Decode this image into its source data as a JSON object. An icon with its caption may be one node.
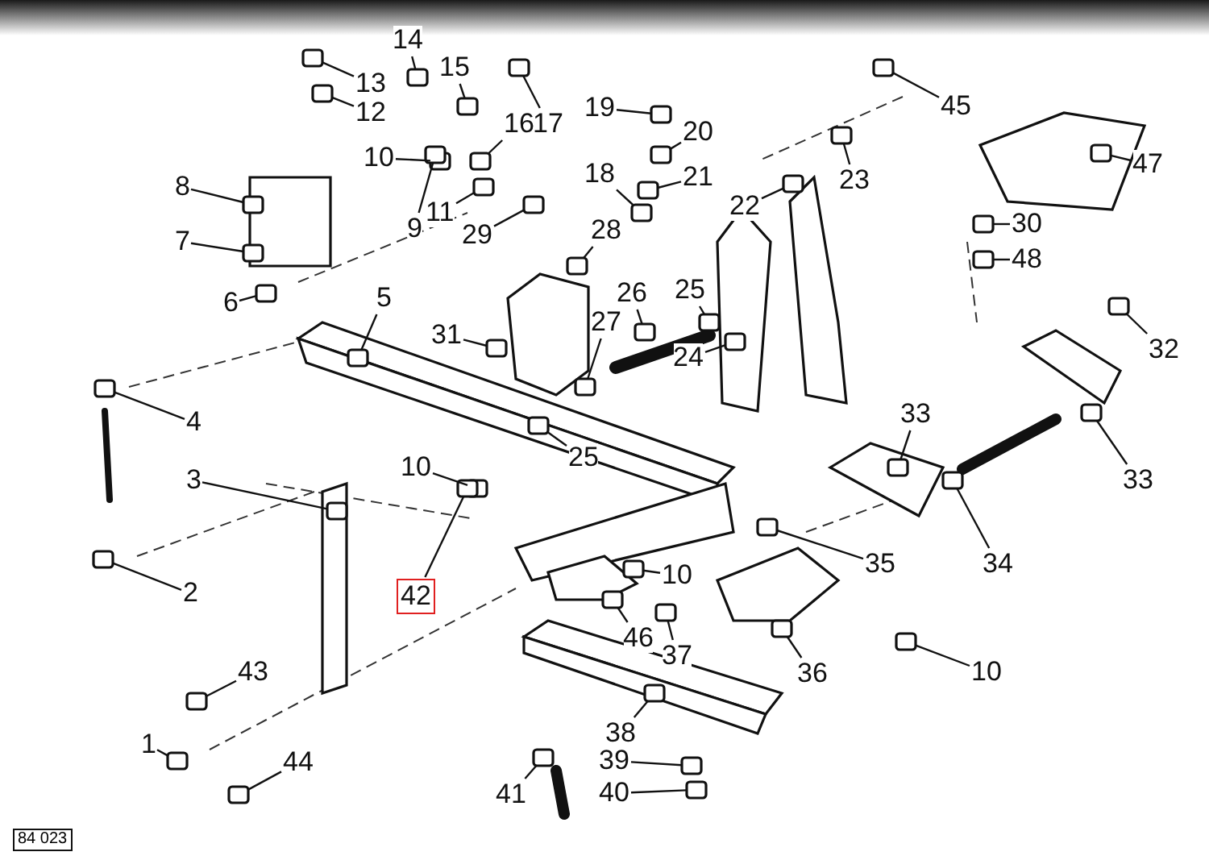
{
  "diagram": {
    "nodes": [
      {
        "text": [
          "13"
        ]
      },
      {
        "text": [
          "14"
        ]
      },
      {
        "text": [
          "15"
        ]
      },
      {
        "text": [
          "12"
        ]
      },
      {
        "text": [
          "16"
        ]
      },
      {
        "text": [
          "17"
        ]
      },
      {
        "text": [
          "19"
        ]
      },
      {
        "text": [
          "45"
        ]
      },
      {
        "text": [
          "20"
        ]
      },
      {
        "text": [
          "47"
        ]
      },
      {
        "text": [
          "10"
        ]
      },
      {
        "text": [
          "8"
        ]
      },
      {
        "text": [
          "18"
        ]
      },
      {
        "text": [
          "21"
        ]
      },
      {
        "text": [
          "23"
        ]
      },
      {
        "text": [
          "22"
        ]
      },
      {
        "text": [
          "11"
        ]
      },
      {
        "text": [
          "9"
        ]
      },
      {
        "text": [
          "29"
        ]
      },
      {
        "text": [
          "30"
        ]
      },
      {
        "text": [
          "7"
        ]
      },
      {
        "text": [
          "28"
        ]
      },
      {
        "text": [
          "48"
        ]
      },
      {
        "text": [
          "26"
        ]
      },
      {
        "text": [
          "25"
        ]
      },
      {
        "text": [
          "6"
        ]
      },
      {
        "text": [
          "5"
        ]
      },
      {
        "text": [
          "27"
        ]
      },
      {
        "text": [
          "31"
        ]
      },
      {
        "text": [
          "32"
        ]
      },
      {
        "text": [
          "24"
        ]
      },
      {
        "text": [
          "33"
        ]
      },
      {
        "text": [
          "4"
        ]
      },
      {
        "text": [
          "25"
        ]
      },
      {
        "text": [
          "10"
        ]
      },
      {
        "text": [
          "3"
        ]
      },
      {
        "text": [
          "33"
        ]
      },
      {
        "text": [
          "35"
        ]
      },
      {
        "text": [
          "34"
        ]
      },
      {
        "text": [
          "10"
        ]
      },
      {
        "text": [
          "42"
        ]
      },
      {
        "text": [
          "2"
        ]
      },
      {
        "text": [
          "46"
        ]
      },
      {
        "text": [
          "37"
        ]
      },
      {
        "text": [
          "36"
        ]
      },
      {
        "text": [
          "10"
        ]
      },
      {
        "text": [
          "43"
        ]
      },
      {
        "text": [
          "38"
        ]
      },
      {
        "text": [
          "1"
        ]
      },
      {
        "text": [
          "39"
        ]
      },
      {
        "text": [
          "44"
        ]
      },
      {
        "text": [
          "41"
        ]
      },
      {
        "text": [
          "40"
        ]
      },
      {
        "text": [],
        "shape": "box"
      },
      {
        "text": [],
        "shape": "box"
      },
      {
        "text": [],
        "shape": "box"
      },
      {
        "text": [],
        "shape": "box"
      },
      {
        "text": [],
        "shape": "box"
      },
      {
        "text": [],
        "shape": "box"
      },
      {
        "text": [],
        "shape": "box"
      },
      {
        "text": [],
        "shape": "box"
      },
      {
        "text": [],
        "shape": "box"
      },
      {
        "text": [],
        "shape": "box"
      },
      {
        "text": [],
        "shape": "box"
      },
      {
        "text": [],
        "shape": "box"
      },
      {
        "text": [],
        "shape": "box"
      },
      {
        "text": [],
        "shape": "box"
      },
      {
        "text": [],
        "shape": "box"
      },
      {
        "text": [],
        "shape": "box"
      },
      {
        "text": [],
        "shape": "box"
      },
      {
        "text": [],
        "shape": "box"
      },
      {
        "text": [],
        "shape": "box"
      },
      {
        "text": [],
        "shape": "box"
      },
      {
        "text": [],
        "shape": "box"
      },
      {
        "text": [],
        "shape": "box"
      },
      {
        "text": [],
        "shape": "box"
      },
      {
        "text": [],
        "shape": "box"
      },
      {
        "text": [],
        "shape": "box"
      },
      {
        "text": [],
        "shape": "box"
      },
      {
        "text": [],
        "shape": "box"
      },
      {
        "text": [],
        "shape": "box"
      },
      {
        "text": [],
        "shape": "box"
      },
      {
        "text": [],
        "shape": "box"
      },
      {
        "text": [],
        "shape": "box"
      },
      {
        "text": [],
        "shape": "box"
      },
      {
        "text": [],
        "shape": "box"
      },
      {
        "text": [],
        "shape": "box"
      },
      {
        "text": [],
        "shape": "box"
      },
      {
        "text": [],
        "shape": "box"
      },
      {
        "text": [],
        "shape": "box"
      },
      {
        "text": [],
        "shape": "box"
      },
      {
        "text": [],
        "shape": "box"
      },
      {
        "text": [],
        "shape": "box"
      },
      {
        "text": [],
        "shape": "box"
      },
      {
        "text": [],
        "shape": "box"
      },
      {
        "text": [],
        "shape": "box"
      },
      {
        "text": [],
        "shape": "box"
      },
      {
        "text": [],
        "shape": "box"
      },
      {
        "text": [],
        "shape": "box"
      },
      {
        "text": [],
        "shape": "box"
      },
      {
        "text": [],
        "shape": "box"
      },
      {
        "text": [],
        "shape": "box"
      },
      {
        "text": [],
        "shape": "box"
      },
      {
        "text": [],
        "shape": "box"
      },
      {
        "text": [],
        "shape": "box"
      },
      {
        "text": [],
        "shape": "box"
      }
    ],
    "edges": [
      {
        "from": 0,
        "to": 53,
        "arrow": "none"
      },
      {
        "from": 1,
        "to": 54,
        "arrow": "none"
      },
      {
        "from": 2,
        "to": 55,
        "arrow": "none"
      },
      {
        "from": 3,
        "to": 56,
        "arrow": "none"
      },
      {
        "from": 4,
        "to": 57,
        "arrow": "none"
      },
      {
        "from": 5,
        "to": 58,
        "arrow": "none"
      },
      {
        "from": 6,
        "to": 59,
        "arrow": "none"
      },
      {
        "from": 7,
        "to": 60,
        "arrow": "none"
      },
      {
        "from": 8,
        "to": 61,
        "arrow": "none"
      },
      {
        "from": 9,
        "to": 62,
        "arrow": "none"
      },
      {
        "from": 10,
        "to": 63,
        "arrow": "none"
      },
      {
        "from": 11,
        "to": 64,
        "arrow": "none"
      },
      {
        "from": 12,
        "to": 65,
        "arrow": "none"
      },
      {
        "from": 13,
        "to": 66,
        "arrow": "none"
      },
      {
        "from": 14,
        "to": 67,
        "arrow": "none"
      },
      {
        "from": 15,
        "to": 68,
        "arrow": "none"
      },
      {
        "from": 16,
        "to": 69,
        "arrow": "none"
      },
      {
        "from": 17,
        "to": 70,
        "arrow": "none"
      },
      {
        "from": 18,
        "to": 71,
        "arrow": "none"
      },
      {
        "from": 19,
        "to": 72,
        "arrow": "none"
      },
      {
        "from": 20,
        "to": 73,
        "arrow": "none"
      },
      {
        "from": 21,
        "to": 74,
        "arrow": "none"
      },
      {
        "from": 22,
        "to": 75,
        "arrow": "none"
      },
      {
        "from": 23,
        "to": 76,
        "arrow": "none"
      },
      {
        "from": 24,
        "to": 77,
        "arrow": "none"
      },
      {
        "from": 25,
        "to": 78,
        "arrow": "none"
      },
      {
        "from": 26,
        "to": 79,
        "arrow": "none"
      },
      {
        "from": 27,
        "to": 80,
        "arrow": "none"
      },
      {
        "from": 28,
        "to": 81,
        "arrow": "none"
      },
      {
        "from": 29,
        "to": 82,
        "arrow": "none"
      },
      {
        "from": 30,
        "to": 83,
        "arrow": "none"
      },
      {
        "from": 31,
        "to": 84,
        "arrow": "none"
      },
      {
        "from": 32,
        "to": 85,
        "arrow": "none"
      },
      {
        "from": 33,
        "to": 86,
        "arrow": "none"
      },
      {
        "from": 34,
        "to": 87,
        "arrow": "none"
      },
      {
        "from": 35,
        "to": 88,
        "arrow": "none"
      },
      {
        "from": 36,
        "to": 89,
        "arrow": "none"
      },
      {
        "from": 37,
        "to": 90,
        "arrow": "none"
      },
      {
        "from": 38,
        "to": 91,
        "arrow": "none"
      },
      {
        "from": 39,
        "to": 92,
        "arrow": "none"
      },
      {
        "from": 40,
        "to": 93,
        "arrow": "none"
      },
      {
        "from": 41,
        "to": 94,
        "arrow": "none"
      },
      {
        "from": 42,
        "to": 95,
        "arrow": "none"
      },
      {
        "from": 43,
        "to": 96,
        "arrow": "none"
      },
      {
        "from": 44,
        "to": 97,
        "arrow": "none"
      },
      {
        "from": 45,
        "to": 98,
        "arrow": "none"
      },
      {
        "from": 46,
        "to": 99,
        "arrow": "none"
      },
      {
        "from": 47,
        "to": 100,
        "arrow": "none"
      },
      {
        "from": 48,
        "to": 101,
        "arrow": "none"
      },
      {
        "from": 49,
        "to": 102,
        "arrow": "none"
      },
      {
        "from": 50,
        "to": 103,
        "arrow": "none"
      },
      {
        "from": 51,
        "to": 104,
        "arrow": "none"
      },
      {
        "from": 52,
        "to": 105,
        "arrow": "none"
      }
    ],
    "labels": [
      "84 023"
    ]
  }
}
